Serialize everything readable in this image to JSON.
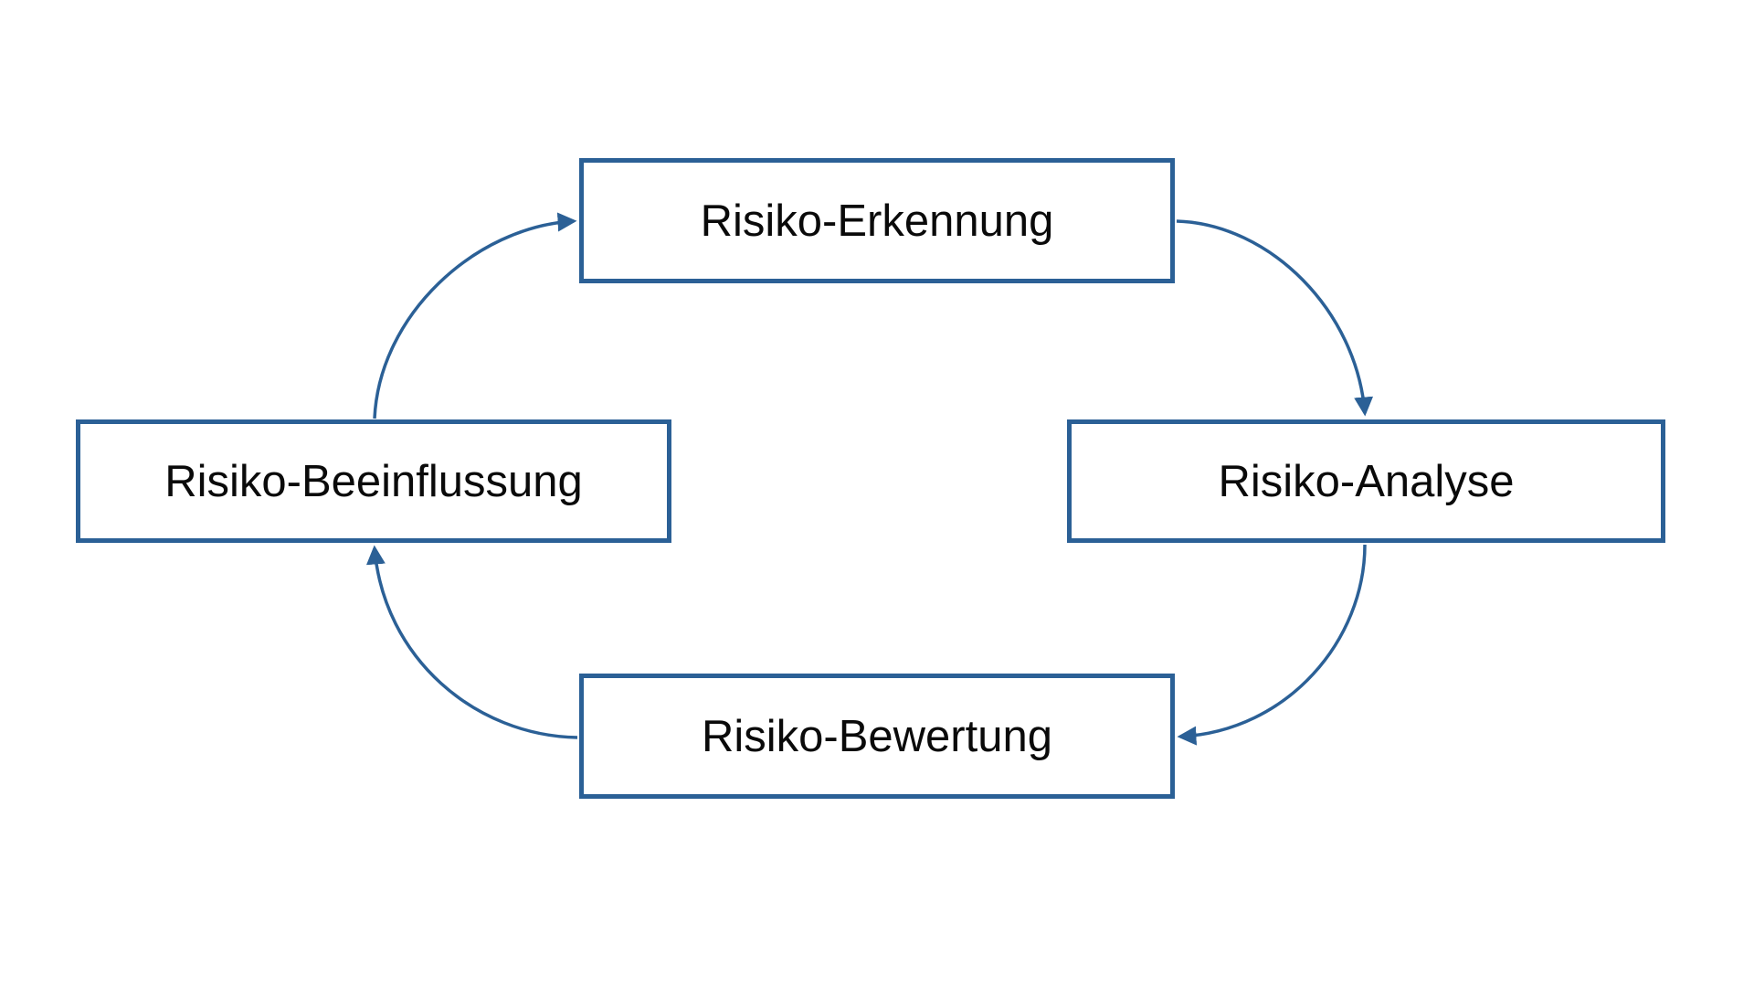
{
  "diagram": {
    "title": "",
    "style": {
      "border_color": "#2b6096",
      "arrow_color": "#2b6096",
      "text_color": "#0a0a0a",
      "background": "#ffffff"
    },
    "nodes": [
      {
        "id": "erkennung",
        "label": "Risiko-Erkennung",
        "position": "top"
      },
      {
        "id": "analyse",
        "label": "Risiko-Analyse",
        "position": "right"
      },
      {
        "id": "bewertung",
        "label": "Risiko-Bewertung",
        "position": "bottom"
      },
      {
        "id": "beeinflussung",
        "label": "Risiko-Beeinflussung",
        "position": "left"
      }
    ],
    "edges": [
      {
        "from": "erkennung",
        "to": "analyse",
        "style": "curved-arrow"
      },
      {
        "from": "analyse",
        "to": "bewertung",
        "style": "curved-arrow"
      },
      {
        "from": "bewertung",
        "to": "beeinflussung",
        "style": "curved-arrow"
      },
      {
        "from": "beeinflussung",
        "to": "erkennung",
        "style": "curved-arrow"
      }
    ],
    "cycle": "clockwise"
  }
}
